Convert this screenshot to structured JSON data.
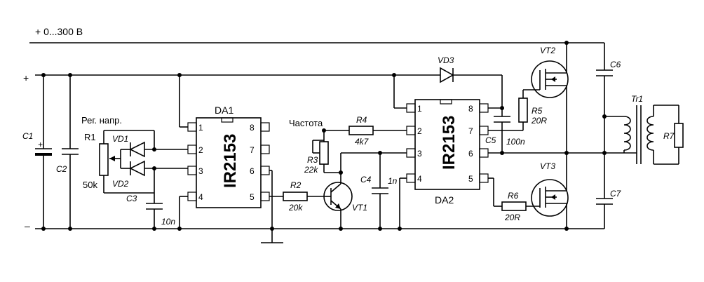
{
  "supply": {
    "high_label": "+ 0...300 В",
    "plus": "+",
    "minus": "–"
  },
  "labels": {
    "reg": "Рег. напр.",
    "freq": "Частота"
  },
  "components": {
    "C1": "C1",
    "C2": "C2",
    "C3": "C3",
    "C3_value": "10n",
    "R1": "R1",
    "R1_value": "50k",
    "VD1": "VD1",
    "VD2": "VD2",
    "DA1": "DA1",
    "DA1_part": "IR2153",
    "DA2": "DA2",
    "DA2_part": "IR2153",
    "R2": "R2",
    "R2_value": "20k",
    "VT1": "VT1",
    "R3": "R3",
    "R3_value": "22k",
    "R4": "R4",
    "R4_value": "4k7",
    "C4": "C4",
    "C4_value": "1n",
    "VD3": "VD3",
    "C5": "C5",
    "C5_value": "100n",
    "R5": "R5",
    "R5_value": "20R",
    "R6": "R6",
    "R6_value": "20R",
    "VT2": "VT2",
    "VT3": "VT3",
    "C6": "C6",
    "C7": "C7",
    "Tr1": "Tr1",
    "R7": "R7"
  },
  "pins": {
    "left": [
      "1",
      "2",
      "3",
      "4"
    ],
    "right": [
      "8",
      "7",
      "6",
      "5"
    ]
  }
}
